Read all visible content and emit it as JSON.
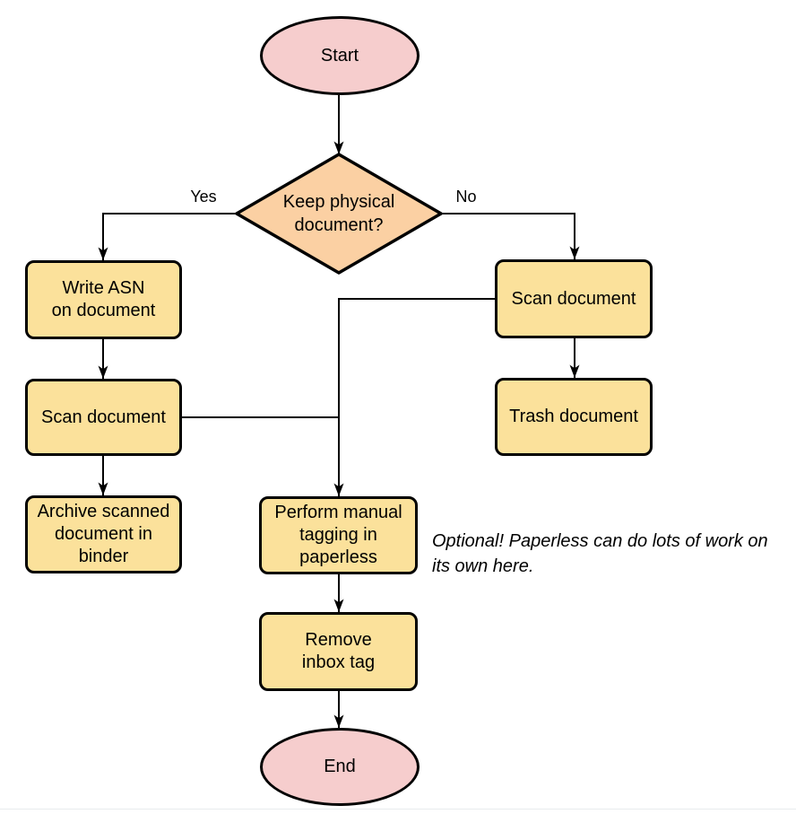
{
  "colors": {
    "background": "#ffffff",
    "terminal_fill": "#f6cdcd",
    "decision_fill": "#fbd0a3",
    "process_fill": "#fbe19b",
    "node_stroke": "#000000",
    "edge_stroke": "#000000",
    "text": "#000000",
    "footer_line": "#e8ebee"
  },
  "nodes": {
    "start": {
      "label": "Start"
    },
    "decision": {
      "label": "Keep physical\ndocument?"
    },
    "write_asn": {
      "label": "Write ASN\non document"
    },
    "scan_left": {
      "label": "Scan document"
    },
    "archive": {
      "label": "Archive scanned\ndocument in\nbinder"
    },
    "scan_right": {
      "label": "Scan document"
    },
    "trash": {
      "label": "Trash document"
    },
    "tagging": {
      "label": "Perform manual\ntagging in\npaperless"
    },
    "remove_inbox": {
      "label": "Remove\ninbox tag"
    },
    "end": {
      "label": "End"
    }
  },
  "edge_labels": {
    "yes": "Yes",
    "no": "No"
  },
  "annotation": {
    "text": "Optional! Paperless can do lots of work on\nits own here."
  }
}
